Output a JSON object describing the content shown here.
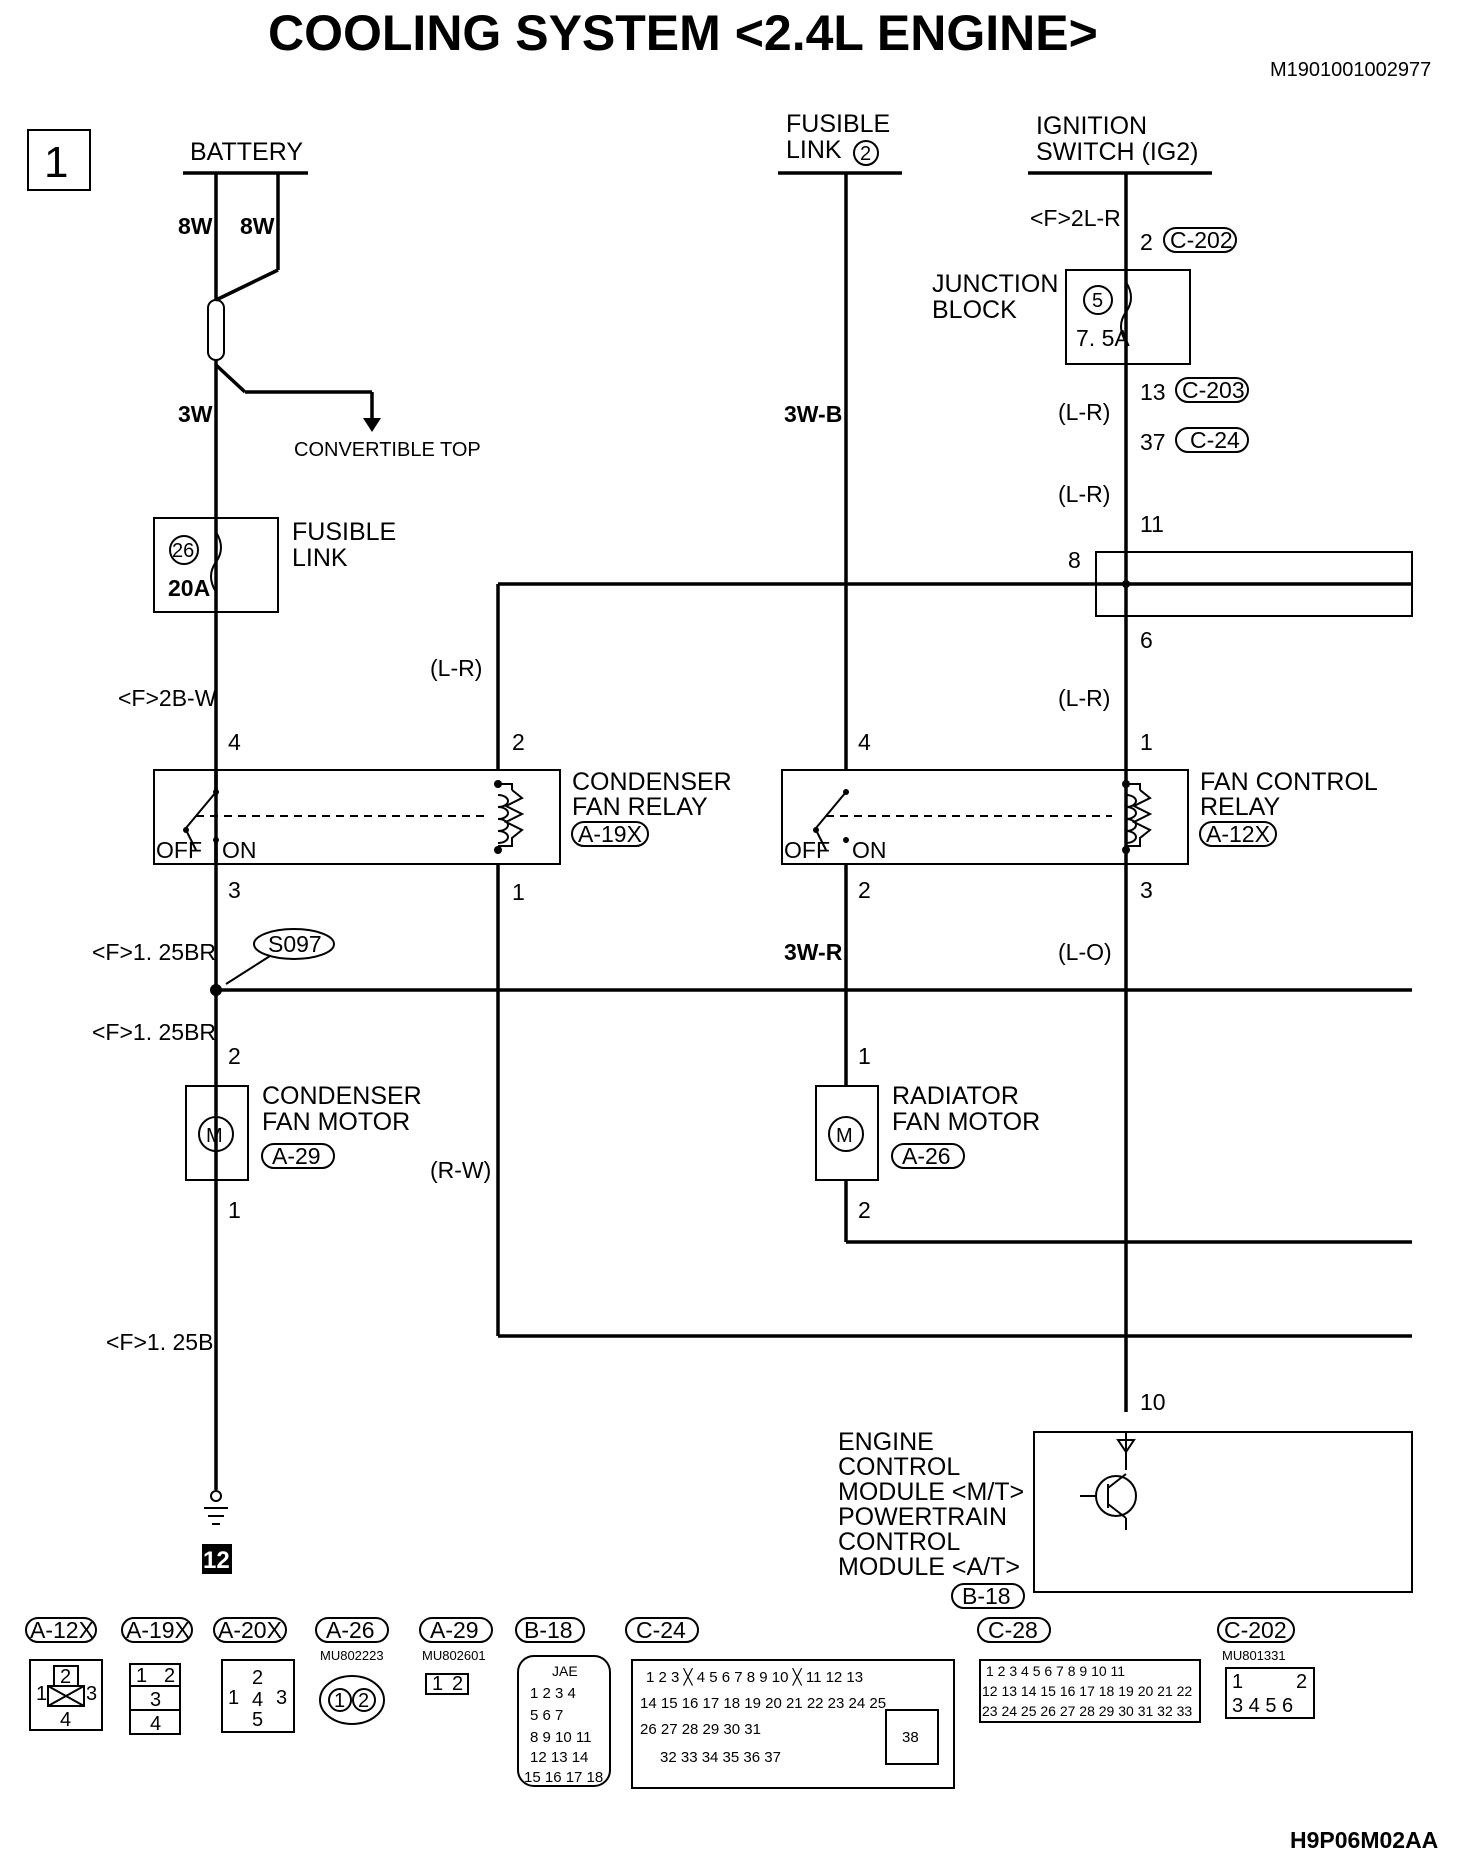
{
  "title": "COOLING SYSTEM <2.4L ENGINE>",
  "doc_id": "M1901001002977",
  "page_marker": "1",
  "footer_code": "H9P06M02AA",
  "sources": {
    "battery": "BATTERY",
    "fusible_link_2_l1": "FUSIBLE",
    "fusible_link_2_l2": "LINK",
    "fusible_link_2_num": "2",
    "ignition_l1": "IGNITION",
    "ignition_l2": "SWITCH (IG2)"
  },
  "wires": {
    "battery_a": "8W",
    "battery_b": "8W",
    "battery_3w": "3W",
    "convertible_top": "CONVERTIBLE TOP",
    "w_2bw": "<F>2B-W",
    "w_125br_a": "<F>1. 25BR",
    "w_125br_b": "<F>1. 25BR",
    "w_125b": "<F>1. 25B",
    "w_lr_left": "(L-R)",
    "w_rw": "(R-W)",
    "w_3wb": "3W-B",
    "w_3wr": "3W-R",
    "w_2lr": "<F>2L-R",
    "w_lr_1": "(L-R)",
    "w_lr_2": "(L-R)",
    "w_lr_3": "(L-R)",
    "w_lo": "(L-O)"
  },
  "components": {
    "fusible_link_26": {
      "l1": "FUSIBLE",
      "l2": "LINK",
      "num": "26",
      "rating": "20A"
    },
    "junction_block": {
      "l1": "JUNCTION",
      "l2": "BLOCK",
      "num": "5",
      "rating": "7. 5A"
    },
    "condenser_relay": {
      "l1": "CONDENSER",
      "l2": "FAN RELAY",
      "conn": "A-19X",
      "off": "OFF",
      "on": "ON"
    },
    "fan_control_relay": {
      "l1": "FAN CONTROL",
      "l2": "RELAY",
      "conn": "A-12X",
      "off": "OFF",
      "on": "ON"
    },
    "condenser_motor": {
      "l1": "CONDENSER",
      "l2": "FAN MOTOR",
      "conn": "A-29",
      "symbol": "M"
    },
    "radiator_motor": {
      "l1": "RADIATOR",
      "l2": "FAN MOTOR",
      "conn": "A-26",
      "symbol": "M"
    },
    "ecm": {
      "l1": "ENGINE",
      "l2": "CONTROL",
      "l3": "MODULE <M/T>",
      "l4": "POWERTRAIN",
      "l5": "CONTROL",
      "l6": "MODULE <A/T>",
      "conn": "B-18"
    },
    "splice": "S097",
    "ground": "12"
  },
  "pins": {
    "c202": "C-202",
    "c202_pin": "2",
    "c203": "C-203",
    "c203_pin": "13",
    "c24": "C-24",
    "c24_pin": "37",
    "p11": "11",
    "p8": "8",
    "p6": "6",
    "cr4": "4",
    "cr2": "2",
    "cr3": "3",
    "cr1": "1",
    "fr4": "4",
    "fr1": "1",
    "fr2": "2",
    "fr3": "3",
    "cm2": "2",
    "cm1": "1",
    "rm1": "1",
    "rm2": "2",
    "ecm10": "10"
  },
  "connectors": [
    {
      "id": "A-12X",
      "part": ""
    },
    {
      "id": "A-19X",
      "part": ""
    },
    {
      "id": "A-20X",
      "part": ""
    },
    {
      "id": "A-26",
      "part": "MU802223"
    },
    {
      "id": "A-29",
      "part": "MU802601"
    },
    {
      "id": "B-18",
      "part": ""
    },
    {
      "id": "C-24",
      "part": ""
    },
    {
      "id": "C-28",
      "part": ""
    },
    {
      "id": "C-202",
      "part": "MU801331"
    }
  ],
  "connector_texts": {
    "b18_brand": "JAE"
  }
}
